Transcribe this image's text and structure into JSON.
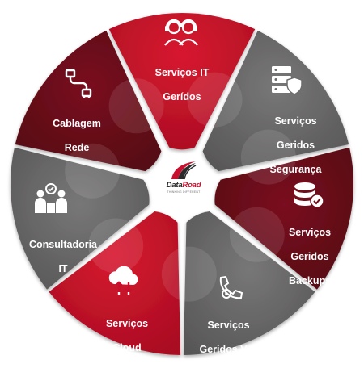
{
  "center_logo": {
    "text_part1": "Data",
    "text_part2": "Road",
    "tagline": "THINKING DIFFERENT",
    "colors": {
      "dark": "#2b2b2b",
      "red": "#c8102e"
    }
  },
  "segments": [
    {
      "id": "it",
      "lines": [
        "Serviços IT",
        "Gerídos"
      ],
      "icon": "headset-support-icon",
      "color": "#c8102e"
    },
    {
      "id": "seguranca",
      "lines": [
        "Serviços",
        "Geridos",
        "Segurança"
      ],
      "icon": "server-shield-icon",
      "color": "#6d6c6c"
    },
    {
      "id": "backups",
      "lines": [
        "Serviços",
        "Geridos",
        "Backups"
      ],
      "icon": "database-check-icon",
      "color": "#6e0d19"
    },
    {
      "id": "voz",
      "lines": [
        "Serviços",
        "Geridos Voz"
      ],
      "icon": "phone-gear-icon",
      "color": "#6b6a6a"
    },
    {
      "id": "cloud",
      "lines": [
        "Serviços",
        "Cloud"
      ],
      "icon": "cloud-upload-download-icon",
      "color": "#c8102e"
    },
    {
      "id": "consultadoria",
      "lines": [
        "Consultadoria",
        "IT"
      ],
      "icon": "consulting-people-icon",
      "color": "#6a6969"
    },
    {
      "id": "cablagem",
      "lines": [
        "Cablagem",
        "Rede"
      ],
      "icon": "cable-plug-icon",
      "color": "#6e0d19"
    }
  ]
}
